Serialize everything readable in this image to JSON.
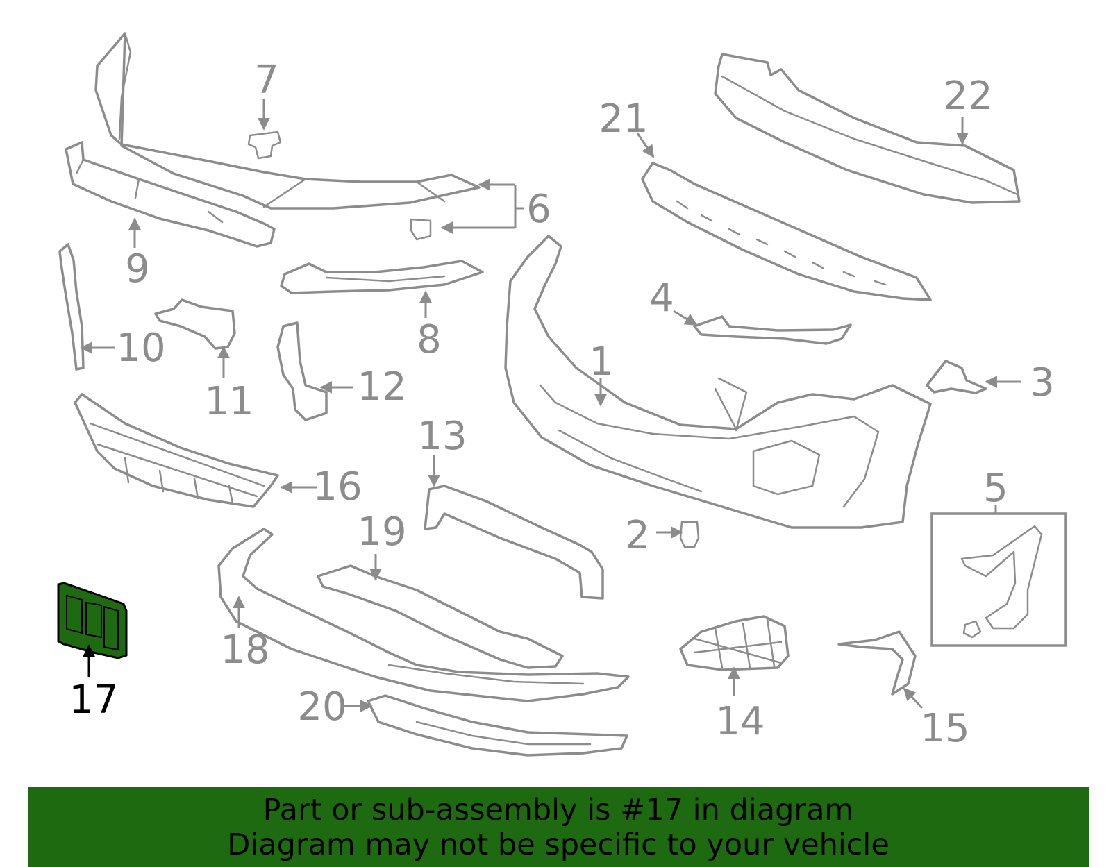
{
  "diagram": {
    "highlight_color": "#1e6a10",
    "line_color": "#8c8c8c",
    "callouts": [
      "1",
      "2",
      "3",
      "4",
      "5",
      "6",
      "7",
      "8",
      "9",
      "10",
      "11",
      "12",
      "13",
      "14",
      "15",
      "16",
      "17",
      "18",
      "19",
      "20",
      "21",
      "22"
    ],
    "highlighted_callout": "17"
  },
  "banner": {
    "line1": "Part or sub-assembly is #17 in diagram",
    "line2": "Diagram may not be specific to your vehicle",
    "background": "#1e6a10"
  }
}
